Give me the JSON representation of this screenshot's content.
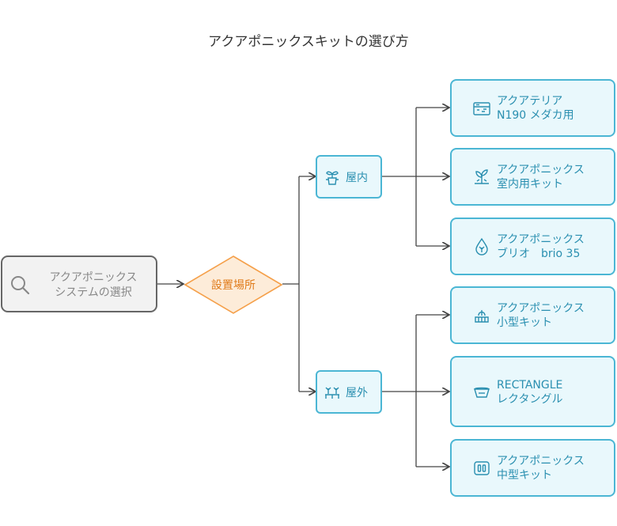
{
  "title": "アクアポニックスキットの選び方",
  "root": {
    "line1": "アクアポニックス",
    "line2": "システムの選択",
    "icon": "search-icon"
  },
  "decision": {
    "label": "設置場所"
  },
  "locations": [
    {
      "label": "屋内",
      "icon": "plant-icon"
    },
    {
      "label": "屋外",
      "icon": "garden-icon"
    }
  ],
  "products": [
    {
      "line1": "アクアテリア",
      "line2": "N190 メダカ用",
      "icon": "aquarium-icon"
    },
    {
      "line1": "アクアポニックス",
      "line2": "室内用キット",
      "icon": "sprout-icon"
    },
    {
      "line1": "アクアポニックス",
      "line2": "ブリオ　brio 35",
      "icon": "water-drop-icon"
    },
    {
      "line1": "アクアポニックス",
      "line2": "小型キット",
      "icon": "planter-icon"
    },
    {
      "line1": "RECTANGLE",
      "line2": "レクタングル",
      "icon": "tank-icon"
    },
    {
      "line1": "アクアポニックス",
      "line2": "中型キット",
      "icon": "kit-icon"
    }
  ],
  "colors": {
    "root_border": "#666666",
    "decision": "#f5a04a",
    "node": "#4bb6d4",
    "node_fill": "#e9f8fc",
    "line": "#444444"
  }
}
